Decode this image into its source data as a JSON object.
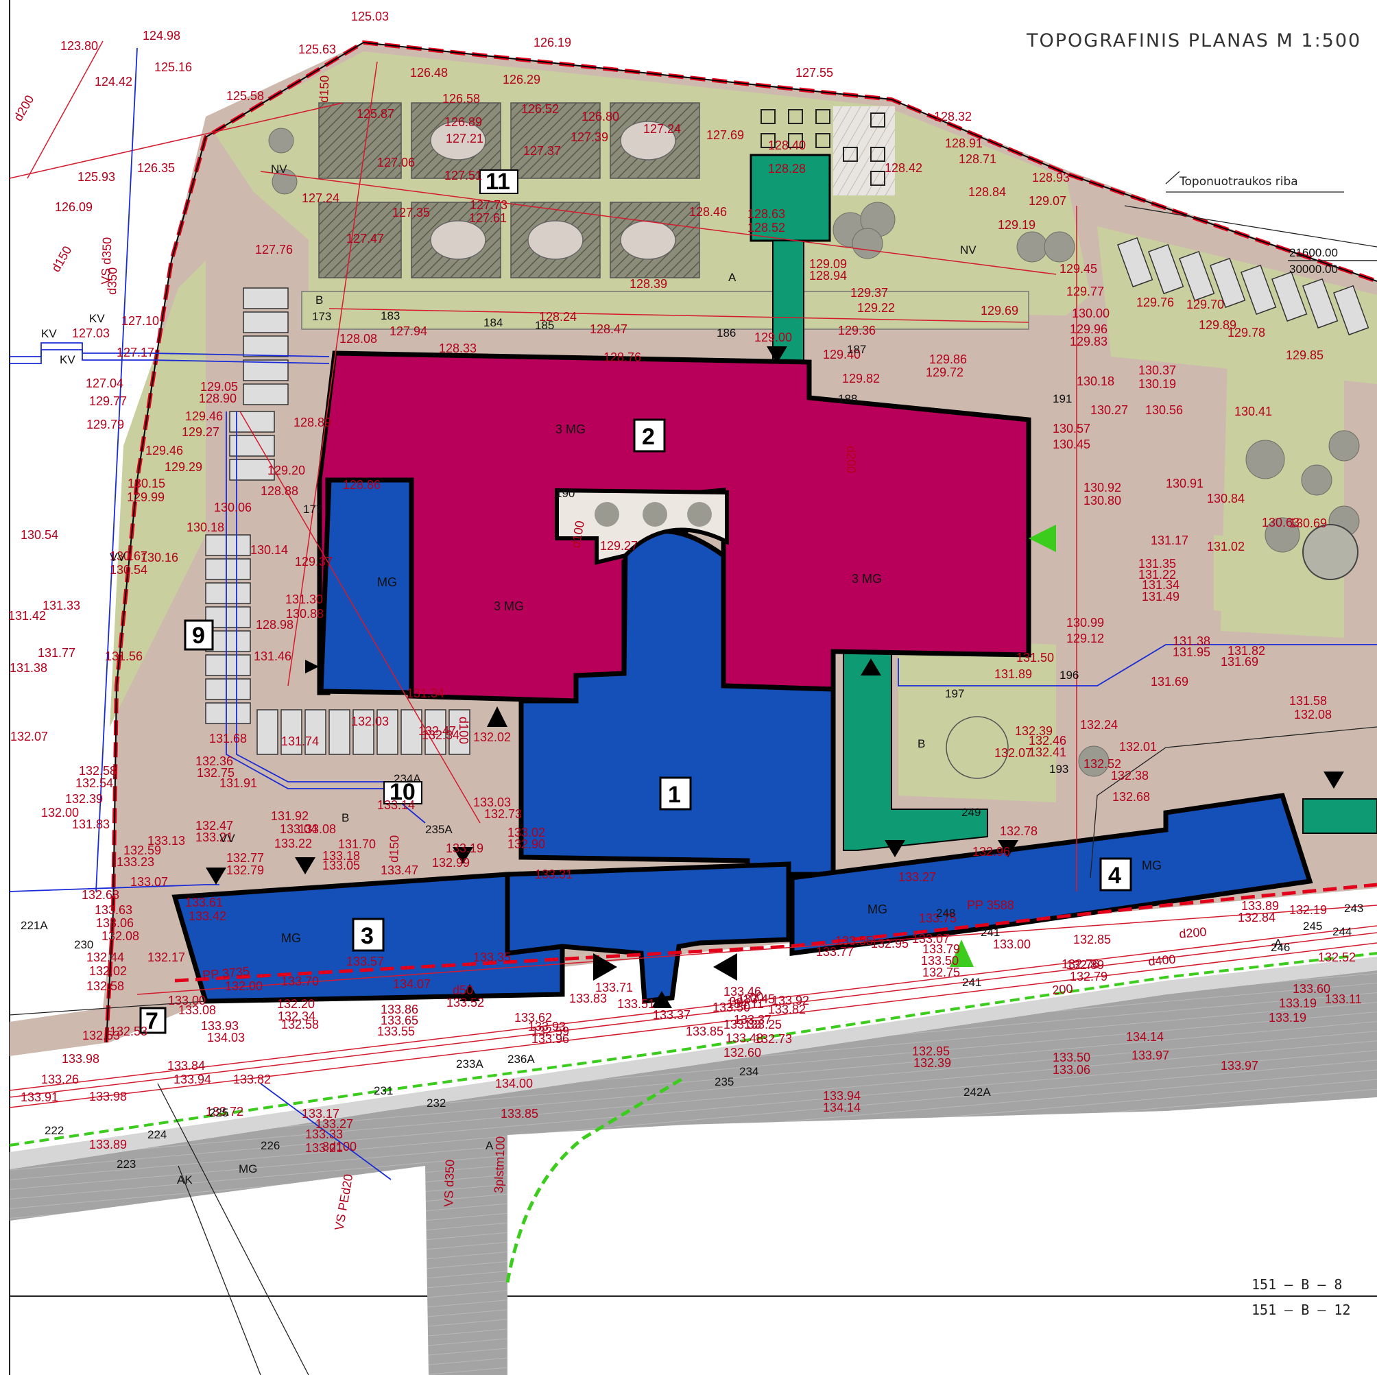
{
  "map": {
    "title": "TOPOGRAFINIS PLANAS M 1:500",
    "boundary_label": "Toponuotraukos riba",
    "coord_x": "21600.00",
    "coord_y": "30000.00",
    "sheet_top": "151 – B – 8",
    "sheet_bottom": "151 – B – 12",
    "colors": {
      "boundary": "#e3001b",
      "building_3mg": "#b8005a",
      "building_mg": "#1550b8",
      "green_structure": "#0e9b73",
      "lawn": "#c9cf9e",
      "paving": "#cdb9ae",
      "road": "#a8a8a8",
      "elevation": "#b3001b",
      "utility_blue": "#1a2bd6"
    },
    "buildings": [
      {
        "num": "1",
        "floors": ""
      },
      {
        "num": "2",
        "floors": "3 MG"
      },
      {
        "num": "3",
        "floors": "MG"
      },
      {
        "num": "4",
        "floors": "MG"
      },
      {
        "num": "7",
        "floors": ""
      },
      {
        "num": "9",
        "floors": ""
      },
      {
        "num": "10",
        "floors": ""
      },
      {
        "num": "11",
        "floors": ""
      }
    ],
    "floor_labels": {
      "b2_left": "3 MG",
      "b2_right": "3 MG",
      "b_west": "MG",
      "b_south_mid": "MG"
    },
    "letter_labels": [
      "A",
      "B",
      "B",
      "B",
      "A",
      "A",
      "AK",
      "MG",
      "NV",
      "NV",
      "VV",
      "VV",
      "KV",
      "KV",
      "KV"
    ],
    "elevations": [
      "123.80",
      "124.98",
      "125.03",
      "125.63",
      "126.19",
      "124.42",
      "125.16",
      "125.58",
      "125.93",
      "126.35",
      "126.09",
      "126.48",
      "126.29",
      "126.58",
      "126.52",
      "126.80",
      "125.87",
      "126.89",
      "127.21",
      "127.39",
      "127.24",
      "127.69",
      "127.55",
      "128.32",
      "127.06",
      "127.37",
      "127.51",
      "128.28",
      "128.40",
      "128.42",
      "128.91",
      "128.71",
      "128.84",
      "128.93",
      "127.24",
      "127.35",
      "127.73",
      "127.61",
      "128.46",
      "128.63",
      "128.52",
      "129.07",
      "127.47",
      "127.76",
      "129.19",
      "128.39",
      "129.09",
      "128.94",
      "129.45",
      "129.37",
      "129.22",
      "129.77",
      "129.69",
      "130.00",
      "129.76",
      "129.70",
      "128.08",
      "127.94",
      "128.24",
      "128.47",
      "129.36",
      "129.96",
      "129.83",
      "129.78",
      "129.89",
      "128.33",
      "128.76",
      "129.00",
      "129.86",
      "129.72",
      "129.85",
      "127.03",
      "127.10",
      "127.04",
      "127.17",
      "129.40",
      "129.82",
      "130.37",
      "130.19",
      "130.18",
      "130.27",
      "130.56",
      "130.41",
      "129.05",
      "128.90",
      "129.77",
      "129.46",
      "129.27",
      "128.89",
      "129.79",
      "129.46",
      "129.29",
      "130.57",
      "130.45",
      "129.20",
      "128.88",
      "128.86",
      "130.15",
      "129.99",
      "130.92",
      "130.80",
      "130.91",
      "130.84",
      "130.63",
      "130.69",
      "130.06",
      "130.54",
      "130.18",
      "129.27",
      "131.17",
      "131.02",
      "130.67",
      "130.54",
      "130.16",
      "130.14",
      "129.37",
      "131.35",
      "131.22",
      "131.34",
      "131.49",
      "131.33",
      "131.42",
      "131.30",
      "130.88",
      "128.98",
      "130.99",
      "129.12",
      "131.77",
      "131.56",
      "131.46",
      "131.50",
      "131.38",
      "131.95",
      "131.82",
      "131.69",
      "131.38",
      "131.34",
      "131.89",
      "131.69",
      "131.58",
      "132.08",
      "132.07",
      "131.68",
      "131.74",
      "132.03",
      "132.47",
      "132.34",
      "132.02",
      "132.39",
      "132.46",
      "132.41",
      "132.24",
      "132.01",
      "132.07",
      "132.36",
      "132.75",
      "132.58",
      "132.54",
      "131.91",
      "132.52",
      "132.38",
      "132.39",
      "132.00",
      "131.83",
      "131.92",
      "133.14",
      "133.03",
      "132.73",
      "132.68",
      "132.47",
      "133.21",
      "133.04",
      "133.22",
      "133.08",
      "133.02",
      "132.90",
      "132.78",
      "132.59",
      "133.23",
      "133.13",
      "131.70",
      "133.18",
      "133.05",
      "133.19",
      "132.99",
      "132.96",
      "132.77",
      "132.79",
      "133.47",
      "133.31",
      "133.27",
      "133.07",
      "132.68",
      "133.63",
      "133.06",
      "133.61",
      "133.42",
      "133.75",
      "133.89",
      "132.84",
      "132.19",
      "132.08",
      "132.17",
      "133.55",
      "133.77",
      "132.95",
      "133.07",
      "133.00",
      "132.85",
      "132.76",
      "132.44",
      "132.02",
      "133.57",
      "133.35",
      "133.79",
      "133.50",
      "132.75",
      "132.89",
      "132.79",
      "132.52",
      "132.58",
      "132.00",
      "133.70",
      "134.07",
      "133.83",
      "133.71",
      "133.46",
      "133.45",
      "133.60",
      "133.11",
      "133.00",
      "132.20",
      "132.34",
      "133.86",
      "133.65",
      "133.55",
      "133.52",
      "133.62",
      "133.51",
      "133.37",
      "133.50",
      "133.33",
      "133.19",
      "133.19",
      "133.08",
      "132.58",
      "132.59",
      "133.85",
      "134.11",
      "133.92",
      "133.82",
      "133.37",
      "133.25",
      "132.95",
      "132.39",
      "132.53",
      "132.53",
      "133.93",
      "134.03",
      "133.93",
      "133.96",
      "133.48",
      "132.73",
      "132.60",
      "134.14",
      "133.97",
      "133.97",
      "133.98",
      "133.84",
      "133.94",
      "133.82",
      "134.00",
      "133.50",
      "133.06",
      "133.26",
      "133.91",
      "133.98",
      "133.72",
      "133.17",
      "133.27",
      "133.33",
      "133.21",
      "133.85",
      "133.94",
      "134.14",
      "133.89"
    ],
    "point_numbers": [
      "173",
      "183",
      "184",
      "185",
      "186",
      "187",
      "188",
      "190",
      "191",
      "196",
      "197",
      "193",
      "177",
      "249",
      "248",
      "241",
      "241",
      "244",
      "245",
      "243",
      "246",
      "234",
      "234A",
      "235",
      "235A",
      "233A",
      "236A",
      "232",
      "231",
      "225",
      "224",
      "226",
      "223",
      "222",
      "221A",
      "230",
      "242A"
    ],
    "pipe_labels": [
      "d200",
      "d150",
      "d350",
      "VS d350",
      "d150",
      "d100",
      "d200",
      "d50",
      "d400",
      "d100",
      "3d100",
      "3d100",
      "3plstm100",
      "VS PEd20",
      "VS d350",
      "PP 3588",
      "PP 3735",
      "d200",
      "d150",
      "200"
    ]
  }
}
